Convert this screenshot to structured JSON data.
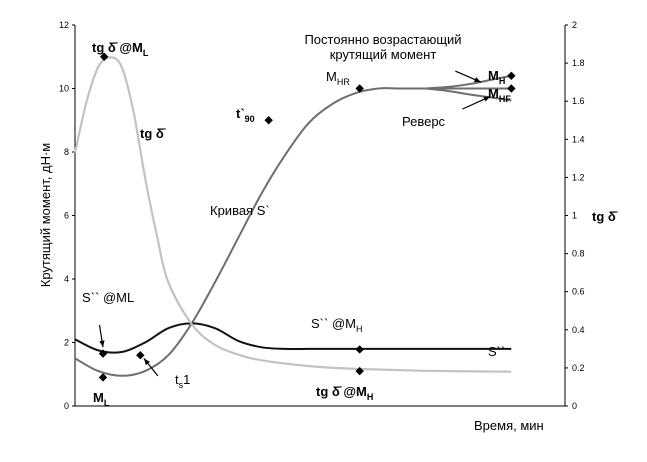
{
  "chart_data": {
    "type": "line",
    "xlabel": "Время, мин",
    "ylabel_left": "Крутящий момент, дН·м",
    "ylabel_right": "tg δ̄",
    "ylim_left": [
      0,
      12
    ],
    "ylim_right": [
      0,
      2
    ],
    "yticks_left": [
      "0",
      "2",
      "4",
      "6",
      "8",
      "10",
      "12"
    ],
    "yticks_right": [
      "0",
      "0.2",
      "0.4",
      "0.6",
      "0.8",
      "1",
      "1.2",
      "1.4",
      "1.6",
      "1.8",
      "2"
    ],
    "x_ticks_shown": false,
    "grid": false,
    "legend": "none",
    "series": [
      {
        "name": "Кривая S`",
        "axis": "left",
        "color": "#6e6e6e",
        "points": [
          [
            0,
            1.5
          ],
          [
            1,
            1.1
          ],
          [
            2,
            0.95
          ],
          [
            3,
            1.1
          ],
          [
            4,
            1.6
          ],
          [
            5,
            2.6
          ],
          [
            6,
            3.9
          ],
          [
            7,
            5.3
          ],
          [
            8,
            6.7
          ],
          [
            9,
            7.9
          ],
          [
            10,
            8.9
          ],
          [
            11,
            9.5
          ],
          [
            12,
            9.85
          ],
          [
            13,
            10.0
          ],
          [
            14,
            10.0
          ],
          [
            15,
            10.0
          ]
        ]
      },
      {
        "name": "Постоянно возрастающий крутящий момент",
        "axis": "left",
        "color": "#6e6e6e",
        "points": [
          [
            15,
            10.0
          ],
          [
            16,
            10.05
          ],
          [
            17,
            10.15
          ],
          [
            18,
            10.3
          ],
          [
            18.7,
            10.4
          ]
        ]
      },
      {
        "name": "",
        "axis": "left",
        "color": "#6e6e6e",
        "points": [
          [
            15,
            10.0
          ],
          [
            16,
            10.0
          ],
          [
            17,
            10.0
          ],
          [
            18,
            10.0
          ],
          [
            18.7,
            10.0
          ]
        ]
      },
      {
        "name": "Реверс",
        "axis": "left",
        "color": "#6e6e6e",
        "points": [
          [
            15,
            10.0
          ],
          [
            16,
            9.92
          ],
          [
            17,
            9.8
          ],
          [
            18,
            9.7
          ],
          [
            18.7,
            9.62
          ]
        ]
      },
      {
        "name": "S``",
        "axis": "left",
        "color": "#111111",
        "points": [
          [
            0,
            2.1
          ],
          [
            1,
            1.75
          ],
          [
            2,
            1.7
          ],
          [
            3,
            2.0
          ],
          [
            4,
            2.45
          ],
          [
            5,
            2.6
          ],
          [
            6,
            2.45
          ],
          [
            7,
            2.05
          ],
          [
            8,
            1.85
          ],
          [
            9,
            1.8
          ],
          [
            10,
            1.8
          ],
          [
            12,
            1.8
          ],
          [
            14,
            1.8
          ],
          [
            16,
            1.8
          ],
          [
            18.7,
            1.8
          ]
        ]
      },
      {
        "name": "tg δ̄",
        "axis": "right",
        "color": "#c2c2c2",
        "points": [
          [
            0,
            1.33
          ],
          [
            0.5,
            1.6
          ],
          [
            1,
            1.78
          ],
          [
            1.5,
            1.83
          ],
          [
            2,
            1.78
          ],
          [
            2.5,
            1.55
          ],
          [
            3,
            1.2
          ],
          [
            3.5,
            0.9
          ],
          [
            4,
            0.65
          ],
          [
            5,
            0.43
          ],
          [
            6,
            0.32
          ],
          [
            7,
            0.27
          ],
          [
            8,
            0.24
          ],
          [
            10,
            0.21
          ],
          [
            12,
            0.195
          ],
          [
            15,
            0.185
          ],
          [
            18.7,
            0.18
          ]
        ]
      }
    ],
    "annotations": [
      {
        "id": "tgd-ml",
        "text": "tg δ̄ @M",
        "sub": "L",
        "bold": true,
        "x": 1.5,
        "y": 11.0
      },
      {
        "id": "tgd-label",
        "text": "tg δ̄",
        "sub": "",
        "bold": true,
        "x": 3.2,
        "y": 8.75
      },
      {
        "id": "t90",
        "text": "t`",
        "sub": "90",
        "bold": true,
        "x": 8.3,
        "y": 9.0
      },
      {
        "id": "mhr",
        "text": "M",
        "sub": "HR",
        "bold": false,
        "x": 12.2,
        "y": 10.0
      },
      {
        "id": "increasing",
        "text": "Постоянно возрастающий\nкрутящий момент",
        "sub": "",
        "bold": false,
        "x": 16.0,
        "y": 11.0
      },
      {
        "id": "mh",
        "text": "M",
        "sub": "H",
        "bold": true,
        "x": 18.7,
        "y": 10.4
      },
      {
        "id": "mhf",
        "text": "M",
        "sub": "HF",
        "bold": true,
        "x": 18.7,
        "y": 10.0
      },
      {
        "id": "reverse",
        "text": "Реверс",
        "sub": "",
        "bold": false,
        "x": 17.0,
        "y": 9.2
      },
      {
        "id": "curve-s",
        "text": "Кривая S`",
        "sub": "",
        "bold": false,
        "x": 7.5,
        "y": 5.0
      },
      {
        "id": "s2-ml",
        "text": "S`` @ML",
        "sub": "",
        "bold": false,
        "x": 1.0,
        "y": 2.9
      },
      {
        "id": "s2-mh",
        "text": "S`` @M",
        "sub": "H",
        "bold": false,
        "x": 12.5,
        "y": 2.0
      },
      {
        "id": "s2-label",
        "text": "S``",
        "sub": "",
        "bold": false,
        "x": 18.8,
        "y": 1.8
      },
      {
        "id": "ts1",
        "text": "t",
        "sub": "s",
        "tail": "1",
        "bold": false,
        "x": 4.3,
        "y": 0.7
      },
      {
        "id": "ml",
        "text": "M",
        "sub": "L",
        "bold": true,
        "x": 1.0,
        "y": 0.35
      },
      {
        "id": "tgd-mh",
        "text": "tg δ̄ @M",
        "sub": "H",
        "bold": true,
        "x": 12.5,
        "y": 0.35
      }
    ],
    "markers": [
      {
        "id": "m-tgd-ml",
        "x": 1.25,
        "y": 11.0,
        "axis": "left"
      },
      {
        "id": "m-t90",
        "x": 8.3,
        "y": 9.0,
        "axis": "left"
      },
      {
        "id": "m-mhr",
        "x": 12.2,
        "y": 10.0,
        "axis": "left"
      },
      {
        "id": "m-mh",
        "x": 18.7,
        "y": 10.4,
        "axis": "left"
      },
      {
        "id": "m-mhf",
        "x": 18.7,
        "y": 10.0,
        "axis": "left"
      },
      {
        "id": "m-s2-ml",
        "x": 1.2,
        "y": 1.65,
        "axis": "left"
      },
      {
        "id": "m-ts1",
        "x": 2.8,
        "y": 1.6,
        "axis": "left"
      },
      {
        "id": "m-ml",
        "x": 1.2,
        "y": 0.9,
        "axis": "left"
      },
      {
        "id": "m-s2-mh",
        "x": 12.2,
        "y": 1.78,
        "axis": "left"
      },
      {
        "id": "m-tgd-mh",
        "x": 12.2,
        "y": 1.1,
        "axis": "left"
      }
    ]
  }
}
